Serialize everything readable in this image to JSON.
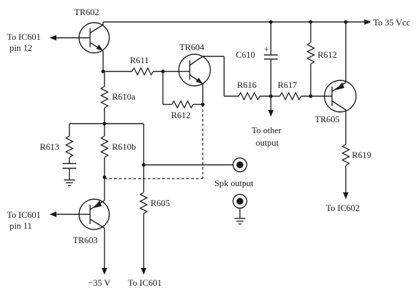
{
  "labels": {
    "tr602": "TR602",
    "tr603": "TR603",
    "tr604": "TR604",
    "tr605": "TR605",
    "ic601_pin12_line1": "To IC601",
    "ic601_pin12_line2": "pin 12",
    "ic601_pin11_line1": "To IC601",
    "ic601_pin11_line2": "pin 11",
    "vcc": "To 35 Vcc",
    "vee": "−35 V",
    "to_ic601": "To IC601",
    "to_ic602": "To IC602",
    "other_output_line1": "To other",
    "other_output_line2": "output",
    "spk_output": "Spk output",
    "r611": "R611",
    "r612_left": "R612",
    "r612_right": "R612",
    "r613": "R613",
    "r610a": "R610a",
    "r610b": "R610b",
    "r605": "R605",
    "r616": "R616",
    "r617": "R617",
    "r619": "R619",
    "c610": "C610",
    "c610_polarity": "+"
  }
}
